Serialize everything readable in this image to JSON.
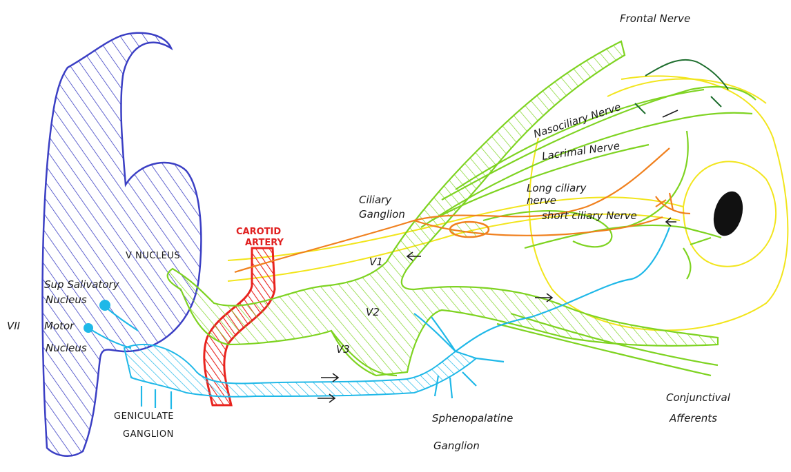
{
  "labels": {
    "frontal_nerve": "Frontal Nerve",
    "nasociliary_nerve": "Nasociliary Nerve",
    "lacrimal_nerve": "Lacrimal Nerve",
    "long_ciliary_nerve_line1": "Long ciliary",
    "long_ciliary_nerve_line2": "nerve",
    "short_ciliary_nerve": "short ciliary Nerve",
    "ciliary_ganglion_line1": "Ciliary",
    "ciliary_ganglion_line2": "Ganglion",
    "carotid_artery_line1": "CAROTID",
    "carotid_artery_line2": "ARTERY",
    "v_nucleus": "V NUCLEUS",
    "sup_salivatory_line1": "Sup Salivatory",
    "sup_salivatory_line2": "Nucleus",
    "vii_motor_prefix": "VII",
    "vii_motor_line1": "Motor",
    "vii_motor_line2": "Nucleus",
    "v1": "V1",
    "v2": "V2",
    "v3": "V3",
    "geniculate_line1": "GENICULATE",
    "geniculate_line2": "GANGLION",
    "sphenopalatine_line1": "Sphenopalatine",
    "sphenopalatine_line2": "Ganglion",
    "conjunctival_line1": "Conjunctival",
    "conjunctival_line2": "Afferents"
  },
  "colors": {
    "brainstem": "#3b3fc4",
    "trigeminal": "#7ed321",
    "facial": "#1fb8e8",
    "carotid": "#e8231e",
    "sympathetic": "#f0801e",
    "sensory": "#f2e51c",
    "cornea": "#111111",
    "lacrimal_gland": "#1e6e2e"
  }
}
